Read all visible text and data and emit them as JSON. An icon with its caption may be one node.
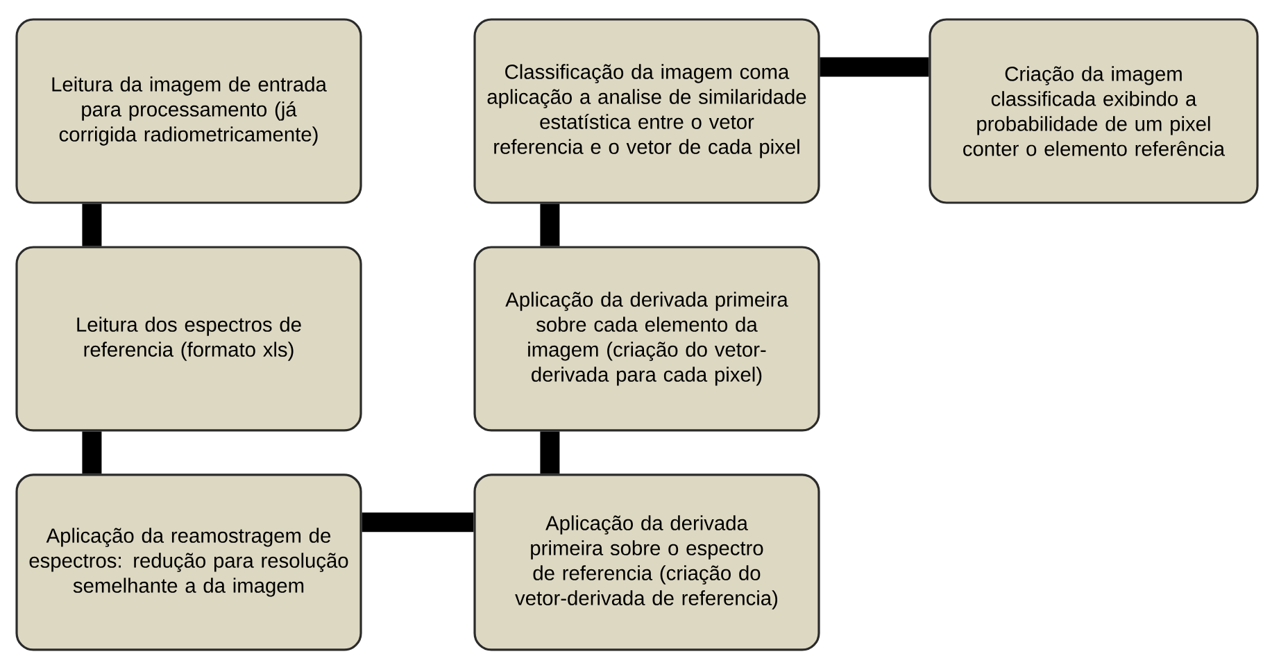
{
  "diagram": {
    "nodes": [
      {
        "text": [
          "Leitura da imagem de entrada para processamento (já corrigida radiometricamente)"
        ]
      },
      {
        "text": [
          "Leitura dos espectros de referencia (formato xls)"
        ]
      },
      {
        "text": [
          "Aplicação da reamostragem de espectros: redução para resolução semelhante a da imagem"
        ]
      },
      {
        "text": [
          "Aplicação da derivada primeira sobre o espectro de referencia (criação do vetor-derivada de referencia)"
        ]
      },
      {
        "text": [
          "Aplicação da derivada primeira sobre cada elemento da imagem (criação do vetor-derivada para cada pixel)"
        ]
      },
      {
        "text": [
          "Classificação da imagem coma aplicação a analise de similaridade estatística entre o vetor referencia e o vetor de cada pixel"
        ]
      },
      {
        "text": [
          "Criação da imagem classificada exibindo a probabilidade de um pixel conter o elemento referência"
        ]
      }
    ],
    "edges": [
      {
        "from": 0,
        "to": 1,
        "arrow": "none"
      },
      {
        "from": 1,
        "to": 2,
        "arrow": "none"
      },
      {
        "from": 2,
        "to": 3,
        "arrow": "none"
      },
      {
        "from": 3,
        "to": 4,
        "arrow": "none"
      },
      {
        "from": 4,
        "to": 5,
        "arrow": "none"
      },
      {
        "from": 5,
        "to": 6,
        "arrow": "none"
      }
    ]
  }
}
